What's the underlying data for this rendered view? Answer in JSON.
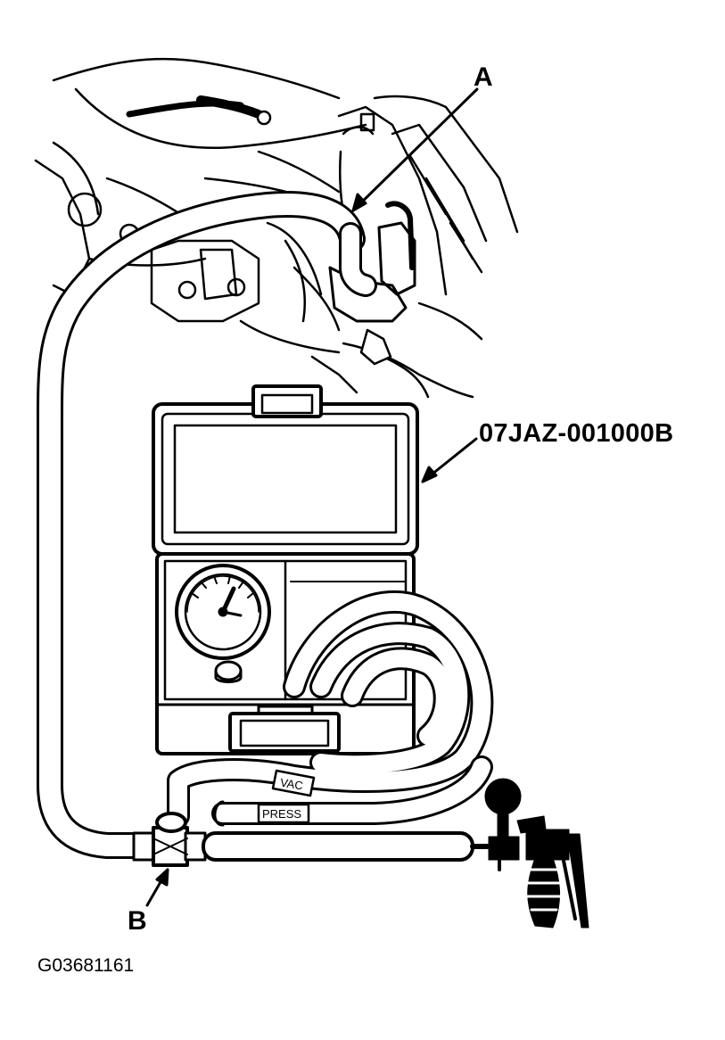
{
  "labels": {
    "callout_a": "A",
    "callout_b": "B",
    "tester_part_number": "07JAZ-001000B",
    "figure_id": "G03681161"
  },
  "hose_markings": {
    "vacuum": "VAC",
    "pressure": "PRESS"
  },
  "colors": {
    "line": "#000000",
    "background": "#ffffff"
  }
}
